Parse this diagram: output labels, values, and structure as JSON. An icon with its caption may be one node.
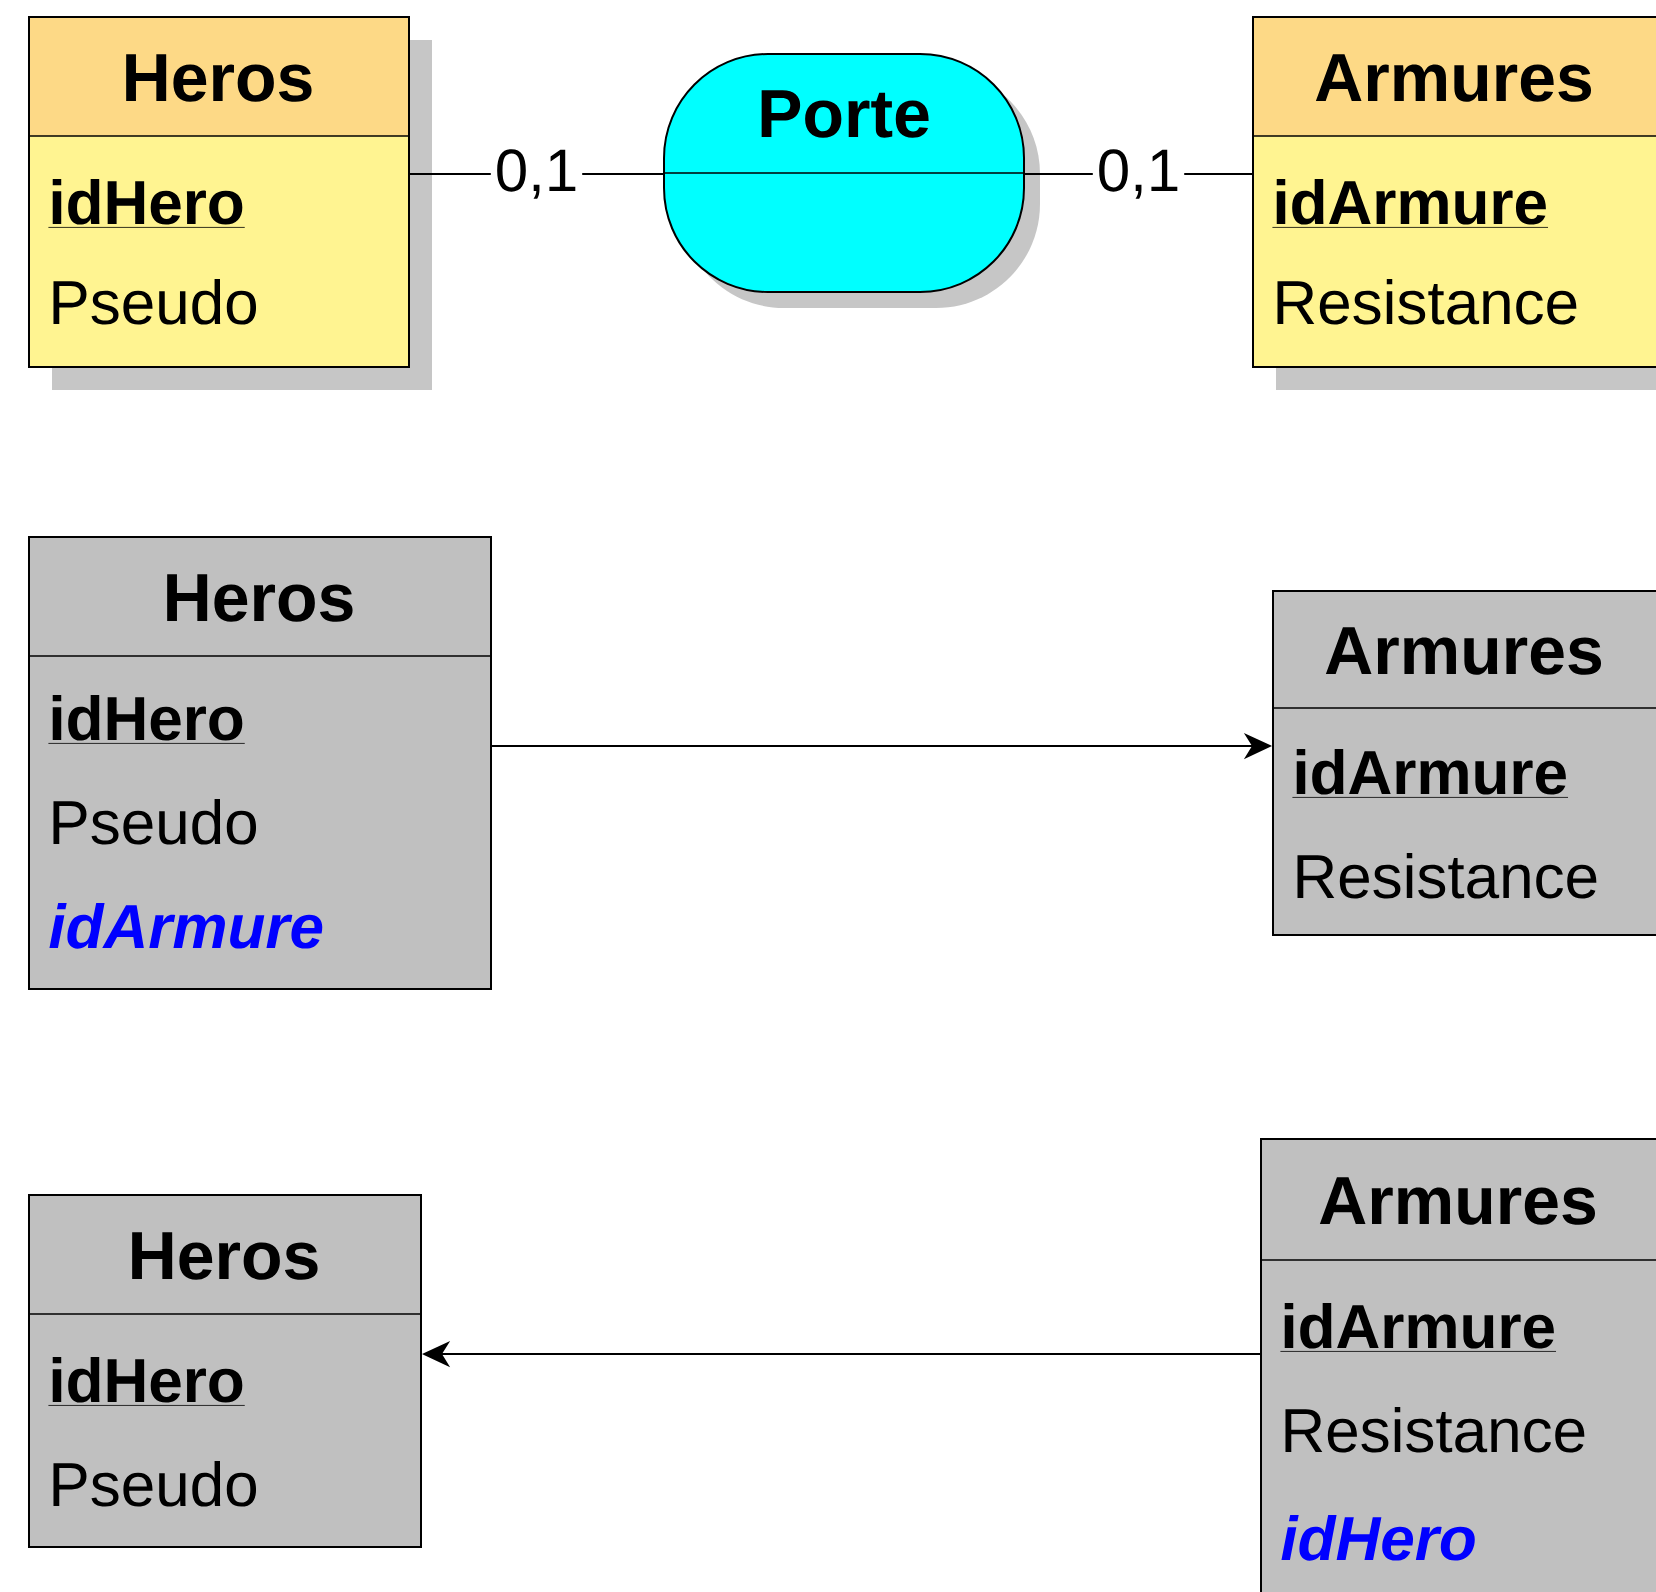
{
  "diagram": {
    "nodes": [
      {
        "text": [
          "Heros",
          "idHero",
          "Pseudo"
        ]
      },
      {
        "text": [
          "Porte"
        ]
      },
      {
        "text": [
          "Armures",
          "idArmure",
          "Resistance"
        ]
      },
      {
        "text": [
          "Heros",
          "idHero",
          "Pseudo",
          "idArmure"
        ]
      },
      {
        "text": [
          "Armures",
          "idArmure",
          "Resistance"
        ]
      },
      {
        "text": [
          "Heros",
          "idHero",
          "Pseudo"
        ]
      },
      {
        "text": [
          "Armures",
          "idArmure",
          "Resistance",
          "idHero"
        ]
      }
    ],
    "edges": [
      {
        "from": 0,
        "to": 1,
        "arrow": "none",
        "label": "0,1"
      },
      {
        "from": 1,
        "to": 2,
        "arrow": "none",
        "label": "0,1"
      },
      {
        "from": 3,
        "to": 4,
        "arrow": "to"
      },
      {
        "from": 6,
        "to": 5,
        "arrow": "to"
      }
    ]
  }
}
